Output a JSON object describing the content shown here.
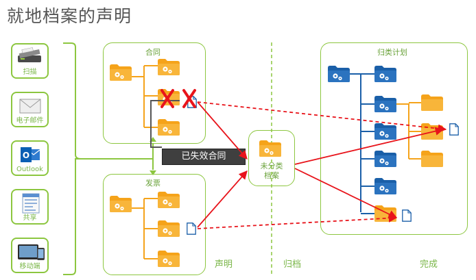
{
  "title": "就地档案的声明",
  "sources": [
    {
      "label": "扫描",
      "icon": "scanner-icon"
    },
    {
      "label": "电子邮件",
      "icon": "envelope-icon"
    },
    {
      "label": "Outlook",
      "icon": "outlook-icon"
    },
    {
      "label": "共享",
      "icon": "shared-document-icon"
    },
    {
      "label": "移动端",
      "icon": "mobile-devices-icon"
    }
  ],
  "panels": {
    "contracts": "合同",
    "invoices": "发票",
    "unclassified": [
      "未分类",
      "档案"
    ],
    "plan": "归类计划"
  },
  "expired_label": "已失效合同",
  "phases": {
    "declare": "声明",
    "archive": "归档",
    "complete": "完成"
  },
  "colors": {
    "green": "#8cc63f",
    "orange_folder": "#f5a31a",
    "blue_folder": "#1a5fa8",
    "arrow_red": "#e8141b"
  }
}
